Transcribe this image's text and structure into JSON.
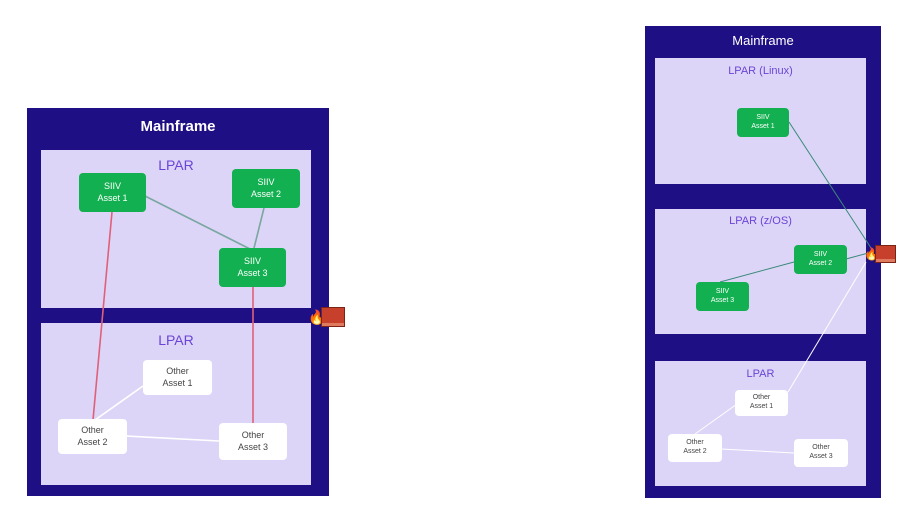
{
  "left_diagram": {
    "mainframe_title": "Mainframe",
    "lpar_top": {
      "title": "LPAR"
    },
    "lpar_bottom": {
      "title": "LPAR"
    },
    "nodes": {
      "siiv_asset_1": {
        "line1": "SIIV",
        "line2": "Asset 1"
      },
      "siiv_asset_2": {
        "line1": "SIIV",
        "line2": "Asset 2"
      },
      "siiv_asset_3": {
        "line1": "SIIV",
        "line2": "Asset 3"
      },
      "other_asset_1": {
        "line1": "Other",
        "line2": "Asset 1"
      },
      "other_asset_2": {
        "line1": "Other",
        "line2": "Asset 2"
      },
      "other_asset_3": {
        "line1": "Other",
        "line2": "Asset 3"
      }
    },
    "firewall_icon": "firewall-icon"
  },
  "right_diagram": {
    "mainframe_title": "Mainframe",
    "lpar_linux": {
      "title": "LPAR (Linux)"
    },
    "lpar_zos": {
      "title": "LPAR (z/OS)"
    },
    "lpar_bottom": {
      "title": "LPAR"
    },
    "nodes": {
      "siiv_asset_1": {
        "line1": "SIIV",
        "line2": "Asset 1"
      },
      "siiv_asset_2": {
        "line1": "SIIV",
        "line2": "Asset 2"
      },
      "siiv_asset_3": {
        "line1": "SIIV",
        "line2": "Asset 3"
      },
      "other_asset_1": {
        "line1": "Other",
        "line2": "Asset 1"
      },
      "other_asset_2": {
        "line1": "Other",
        "line2": "Asset 2"
      },
      "other_asset_3": {
        "line1": "Other",
        "line2": "Asset 3"
      }
    },
    "firewall_icon": "firewall-icon"
  },
  "colors": {
    "mainframe": "#1f0f85",
    "lpar": "#ddd5f7",
    "lpar_title": "#6a44d6",
    "siiv_node": "#12b050",
    "other_node": "#ffffff",
    "link_siiv": "#7aa7a0",
    "link_cross": "#e0607a",
    "link_other": "#ffffff"
  }
}
